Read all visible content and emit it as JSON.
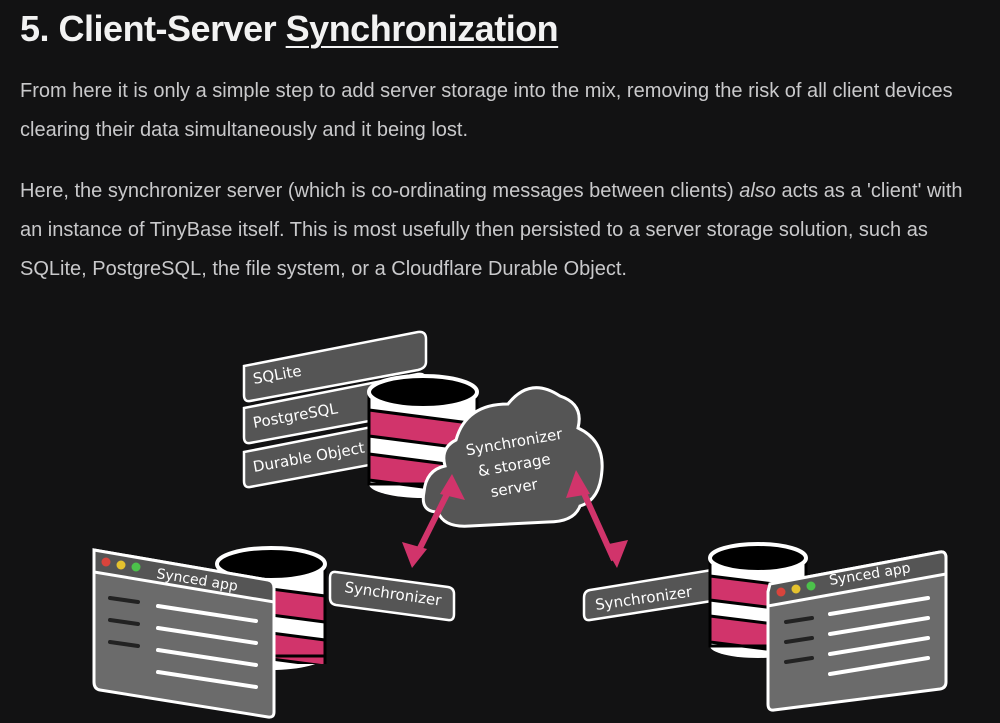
{
  "heading": {
    "number": "5.",
    "prefix": "Client-Server",
    "link": "Synchronization"
  },
  "paragraph1": "From here it is only a simple step to add server storage into the mix, removing the risk of all client devices clearing their data simultaneously and it being lost.",
  "paragraph2": {
    "before": "Here, the synchronizer server (which is co-ordinating messages between clients) ",
    "emphasis": "also",
    "after": " acts as a 'client' with an instance of TinyBase itself. This is most usefully then persisted to a server storage solution, such as SQLite, PostgreSQL, the file system, or a Cloudflare Durable Object."
  },
  "diagram": {
    "storage_options": [
      "SQLite",
      "PostgreSQL",
      "Durable Object"
    ],
    "server": {
      "line1": "Synchronizer",
      "line2": "& storage",
      "line3": "server"
    },
    "left_client": {
      "app_label": "Synced app",
      "synchronizer_label": "Synchronizer"
    },
    "right_client": {
      "app_label": "Synced app",
      "synchronizer_label": "Synchronizer"
    },
    "colors": {
      "accent": "#d1346b",
      "panel": "#555555",
      "panel_border": "#ffffff",
      "window_body": "#6b6b6b",
      "dot_red": "#d9443c",
      "dot_yellow": "#e5c22e",
      "dot_green": "#4cc24b"
    }
  }
}
